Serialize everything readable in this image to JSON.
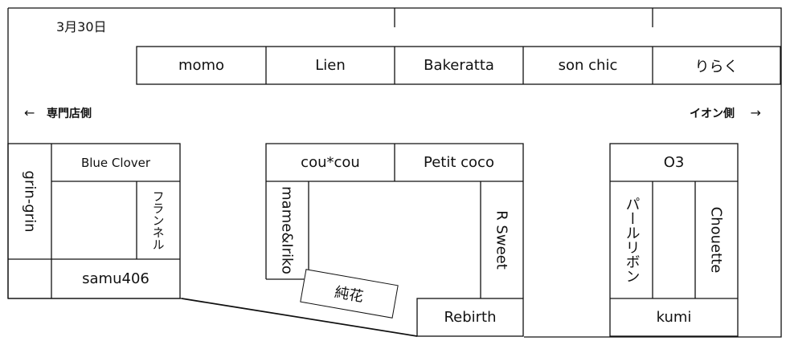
{
  "date": "3月30日",
  "directions": {
    "left_arrow": "←",
    "left_label": "専門店側",
    "right_label": "イオン側",
    "right_arrow": "→"
  },
  "top_row": [
    "momo",
    "Lien",
    "Bakeratta",
    "son chic",
    "りらく"
  ],
  "left_block": {
    "blue_clover": "Blue Clover",
    "grin_grin": "grin-grin",
    "flannel": "フランネル",
    "samu406": "samu406"
  },
  "center_block": {
    "coucou": "cou*cou",
    "petit_coco": "Petit coco",
    "mame_iriko": "mame&Iriko",
    "r_sweet": "R Sweet",
    "junka": "純花",
    "rebirth": "Rebirth"
  },
  "right_block": {
    "o3": "O3",
    "pearl_ribbon": "パールリボン",
    "chouette": "Chouette",
    "kumi": "kumi"
  }
}
